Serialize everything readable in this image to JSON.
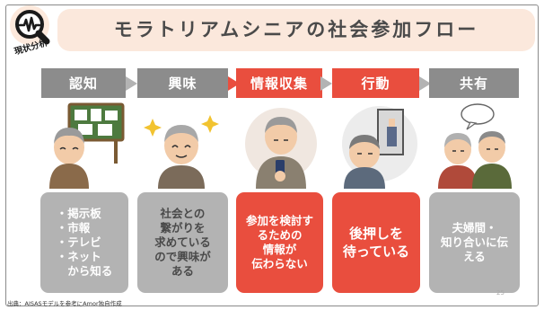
{
  "title": "モラトリアムシニアの社会参加フロー",
  "logo_tag": "現状分析",
  "stages": [
    {
      "label": "認知",
      "active": false
    },
    {
      "label": "興味",
      "active": false
    },
    {
      "label": "情報収集",
      "active": true
    },
    {
      "label": "行動",
      "active": true
    },
    {
      "label": "共有",
      "active": false
    }
  ],
  "descriptions": [
    "・掲示板\n・市報\n・テレビ\n・ネット\n　から知る",
    "社会との\n繋がりを\n求めている\nので興味が\nある",
    "参加を検討す\nるための\n情報が\n伝わらない",
    "後押しを\n待っている",
    "夫婦間・\n知り合いに伝\nえる"
  ],
  "source": "出典：AISASモデルを参考にAmor独自作成",
  "page_number": "25",
  "colors": {
    "accent": "#e94e3e",
    "gray": "#8c8c8c",
    "light_gray": "#b3b3b3",
    "title_bg": "#fbe8dc"
  },
  "icons": [
    "magnifier-heartbeat-icon",
    "bulletin-board-icon",
    "sparkles-icon",
    "smartphone-icon",
    "door-icon",
    "speech-bubble-icon"
  ]
}
